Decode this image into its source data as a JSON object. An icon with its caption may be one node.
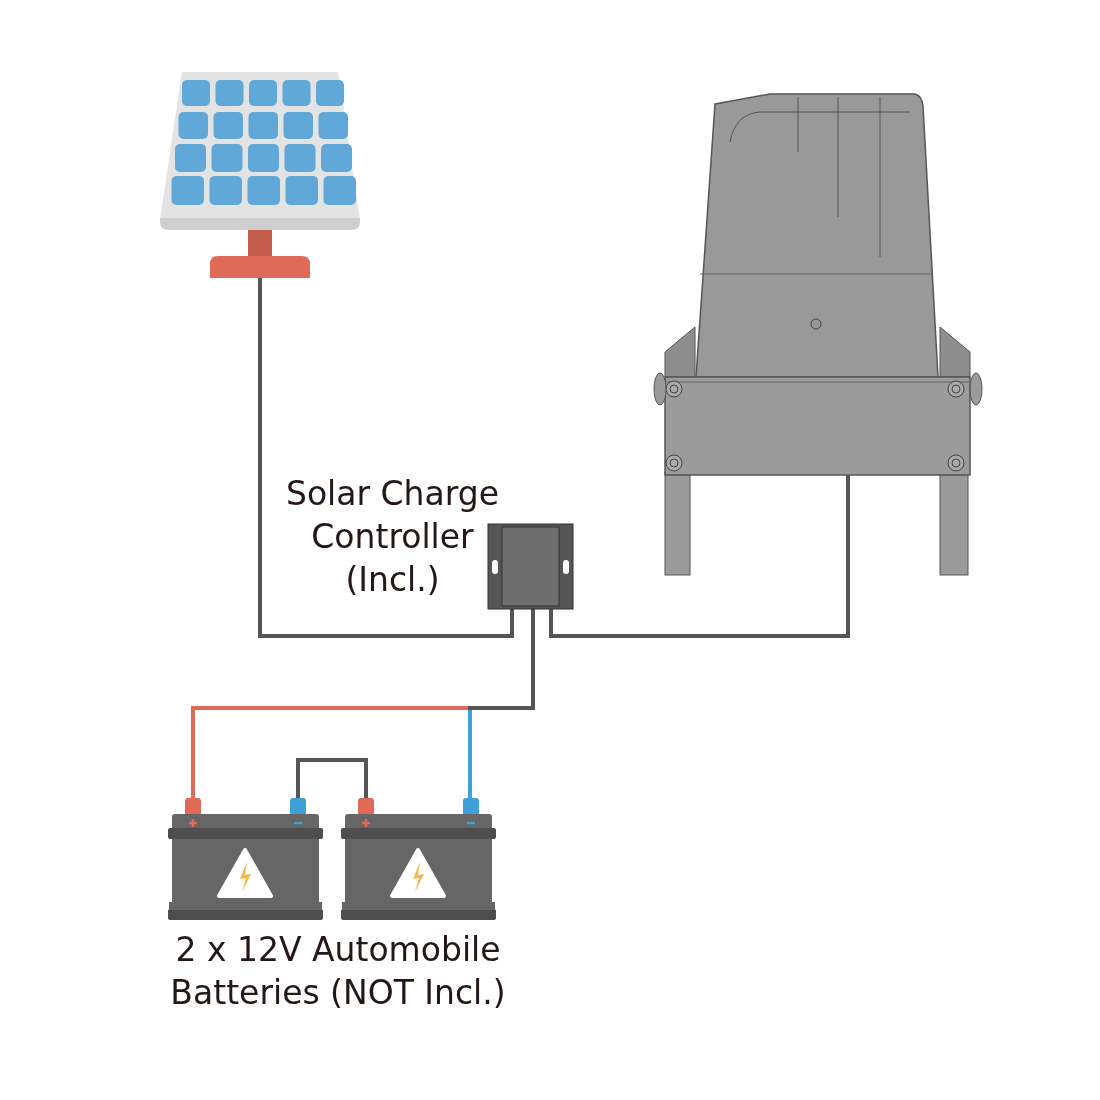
{
  "diagram": {
    "nodes": [
      {
        "text": [],
        "shape": "picture"
      },
      {
        "text": [],
        "shape": "picture"
      },
      {
        "text": [],
        "shape": "picture",
        "beside": [
          "Solar Charge Controller (Incl.)"
        ]
      },
      {
        "text": [],
        "shape": "picture"
      },
      {
        "text": [],
        "shape": "picture"
      }
    ],
    "edges": [
      {
        "from": 0,
        "to": 2,
        "arrow": "none"
      },
      {
        "from": 2,
        "to": 1,
        "arrow": "none"
      },
      {
        "from": 2,
        "to": 3,
        "arrow": "none",
        "color": "#e06a58"
      },
      {
        "from": 2,
        "to": 4,
        "arrow": "none",
        "color": "#3fa0d8"
      },
      {
        "from": 3,
        "to": 4,
        "arrow": "none"
      }
    ],
    "labels": [
      "2 x 12V Automobile Batteries (NOT Incl.)"
    ]
  }
}
